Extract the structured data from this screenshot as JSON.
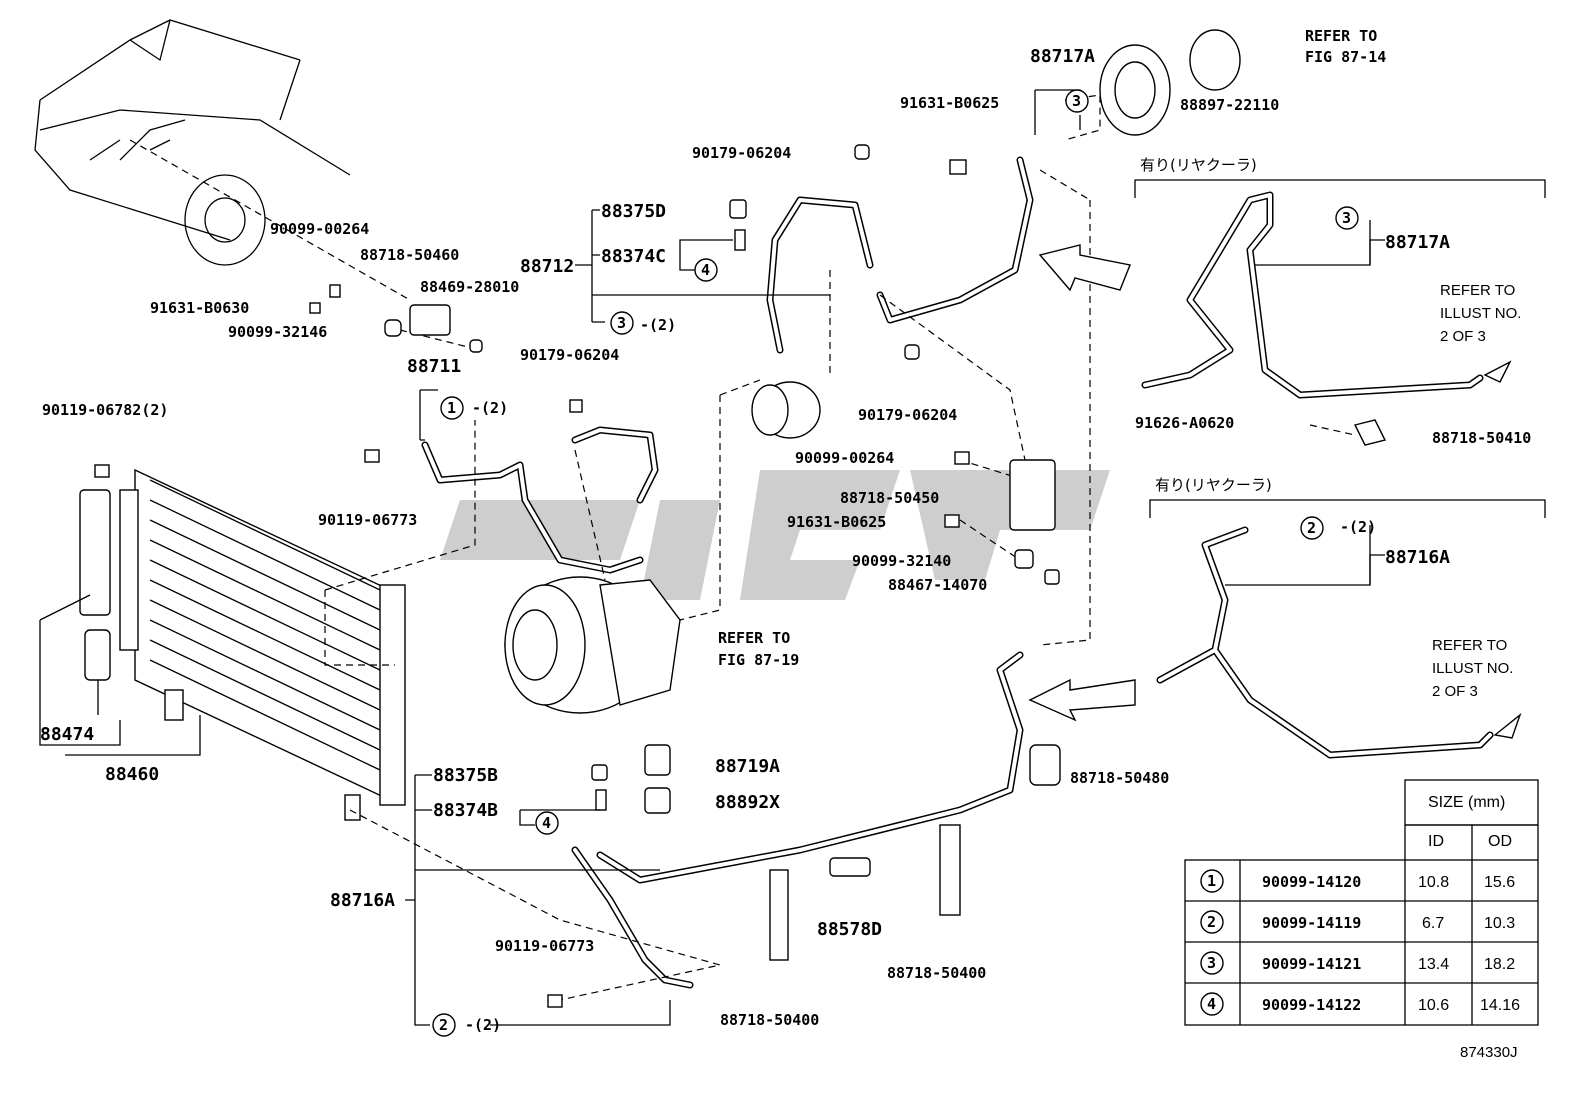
{
  "diagram_id": "874330J",
  "callouts": {
    "c88717A_top": "88717A",
    "c88897": "88897-22110",
    "c_refer87_14": [
      "REFER TO",
      "FIG 87-14"
    ],
    "c91631_top": "91631-B0625",
    "c90179_top": "90179-06204",
    "c88375D": "88375D",
    "c88374C": "88374C",
    "c88712": "88712",
    "c3_2_mid": "-(2)",
    "c90099_00264_left": "90099-00264",
    "c88718_50460": "88718-50460",
    "c88469": "88469-28010",
    "c91631_B0630": "91631-B0630",
    "c90099_32146": "90099-32146",
    "c88711": "88711",
    "c1_2": "-(2)",
    "c90179_mid": "90179-06204",
    "c90179_right": "90179-06204",
    "c90119_06782": "90119-06782(2)",
    "c90119_06773_a": "90119-06773",
    "c90099_00264_mid": "90099-00264",
    "c88718_50450": "88718-50450",
    "c91631_B0625_mid": "91631-B0625",
    "c90099_32140": "90099-32140",
    "c88467": "88467-14070",
    "c_refer87_19": [
      "REFER TO",
      "FIG 87-19"
    ],
    "c88474": "88474",
    "c88460": "88460",
    "c88375B": "88375B",
    "c88374B": "88374B",
    "c88719A": "88719A",
    "c88892X": "88892X",
    "c88716A_bottom": "88716A",
    "c90119_06773_b": "90119-06773",
    "c2_2_bottom": "-(2)",
    "c88718_50400_a": "88718-50400",
    "c88578D": "88578D",
    "c88718_50400_b": "88718-50400",
    "c88718_50480": "88718-50480",
    "inset1_title": "有り(リヤクーラ)",
    "inset1_88717A": "88717A",
    "inset1_refer": [
      "REFER TO",
      "ILLUST NO.",
      "2 OF 3"
    ],
    "inset1_91626": "91626-A0620",
    "inset1_88718_50410": "88718-50410",
    "inset2_title": "有り(リヤクーラ)",
    "inset2_2_2": "-(2)",
    "inset2_88716A": "88716A",
    "inset2_refer": [
      "REFER TO",
      "ILLUST NO.",
      "2 OF 3"
    ]
  },
  "circle_numbers": [
    "1",
    "2",
    "3",
    "4"
  ],
  "size_table": {
    "header": "SIZE (mm)",
    "col_id": "ID",
    "col_od": "OD",
    "rows": [
      {
        "num": "1",
        "part": "90099-14120",
        "id": "10.8",
        "od": "15.6"
      },
      {
        "num": "2",
        "part": "90099-14119",
        "id": "6.7",
        "od": "10.3"
      },
      {
        "num": "3",
        "part": "90099-14121",
        "id": "13.4",
        "od": "18.2"
      },
      {
        "num": "4",
        "part": "90099-14122",
        "id": "10.6",
        "od": "14.16"
      }
    ]
  }
}
